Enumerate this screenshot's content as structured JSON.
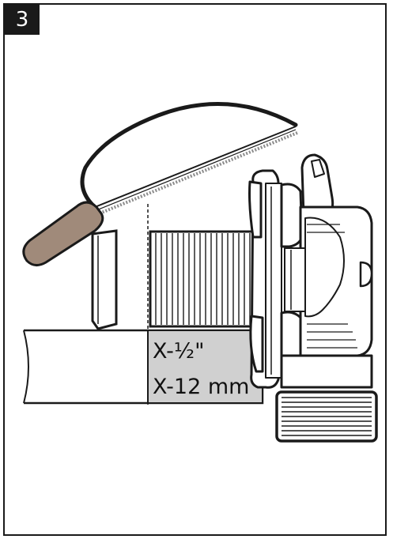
{
  "step": {
    "number": "3"
  },
  "labels": {
    "imperial": "X-½\"",
    "metric": "X-12 mm"
  },
  "colors": {
    "outline": "#1a1a1a",
    "handle": "#a08a7a",
    "label_box": "#d0d0d0",
    "badge": "#1a1a1a"
  },
  "icons": {
    "tool": "hacksaw-icon",
    "part": "threaded-drain-fitting-icon"
  }
}
